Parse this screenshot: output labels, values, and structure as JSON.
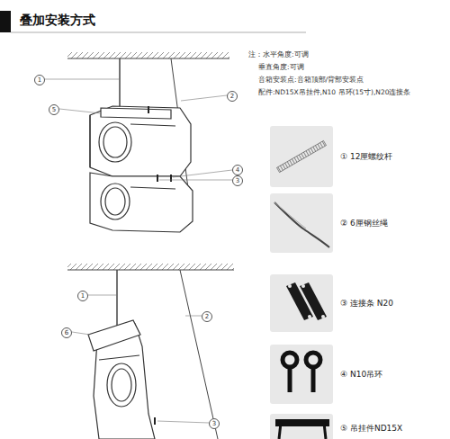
{
  "diagram": {
    "title": "叠加安装方式",
    "labels": [
      "注：水平角度:可调",
      "垂直角度:可调",
      "音箱安装点:音箱顶部/背部安装点",
      "配件:ND15X吊挂件,N10 吊环(15寸),N20连接条",
      "1",
      "5",
      "2",
      "4",
      "3",
      "1",
      "6",
      "2",
      "3",
      "① 12厘螺纹杆",
      "② 6厘钢丝绳",
      "③ 连接条 N20",
      "④ N10吊环",
      "⑤ 吊挂件ND15X"
    ]
  }
}
